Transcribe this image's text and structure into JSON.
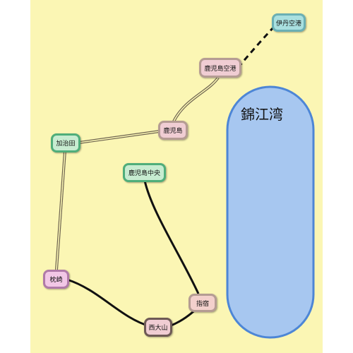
{
  "bay": {
    "label": "錦江湾",
    "fill": "#a7c7f0",
    "stroke": "#4d86d6"
  },
  "background": "#fbf6b4",
  "stations": {
    "itami": {
      "label": "伊丹空港",
      "fill": "#a9e0e0",
      "border": "#6bb0b4"
    },
    "kagoshima_airport": {
      "label": "鹿児島空港",
      "fill": "#f0cdd3",
      "border": "#b59c93"
    },
    "kagoshima": {
      "label": "鹿児島",
      "fill": "#f0cdd3",
      "border": "#b59c93"
    },
    "kajiki": {
      "label": "加治田",
      "fill": "#c7ecd1",
      "border": "#4fae7a"
    },
    "kagoshima_chuo": {
      "label": "鹿児島中央",
      "fill": "#c7ecd1",
      "border": "#4fae7a"
    },
    "makurazaki": {
      "label": "枕崎",
      "fill": "#f2c7e6",
      "border": "#b07aa8"
    },
    "ibusuki": {
      "label": "指宿",
      "fill": "#f3d0cc",
      "border": "#b59c93"
    },
    "nishioyama": {
      "label": "西大山",
      "fill": "#f0cdd3",
      "border": "#6e5a55"
    }
  },
  "routes": {
    "flight": {
      "from": "kagoshima_airport",
      "to": "itami",
      "style": "dashed",
      "color": "#111111"
    },
    "rail_double": [
      {
        "from": "kagoshima_airport",
        "to": "kagoshima",
        "style": "double"
      },
      {
        "from": "kagoshima",
        "to": "kajiki",
        "style": "double"
      },
      {
        "from": "kajiki",
        "to": "makurazaki",
        "style": "double"
      }
    ],
    "rail_single": [
      {
        "from": "makurazaki",
        "to": "nishioyama",
        "style": "solid"
      },
      {
        "from": "nishioyama",
        "to": "ibusuki",
        "style": "solid"
      },
      {
        "from": "ibusuki",
        "to": "kagoshima_chuo",
        "style": "solid"
      }
    ]
  }
}
